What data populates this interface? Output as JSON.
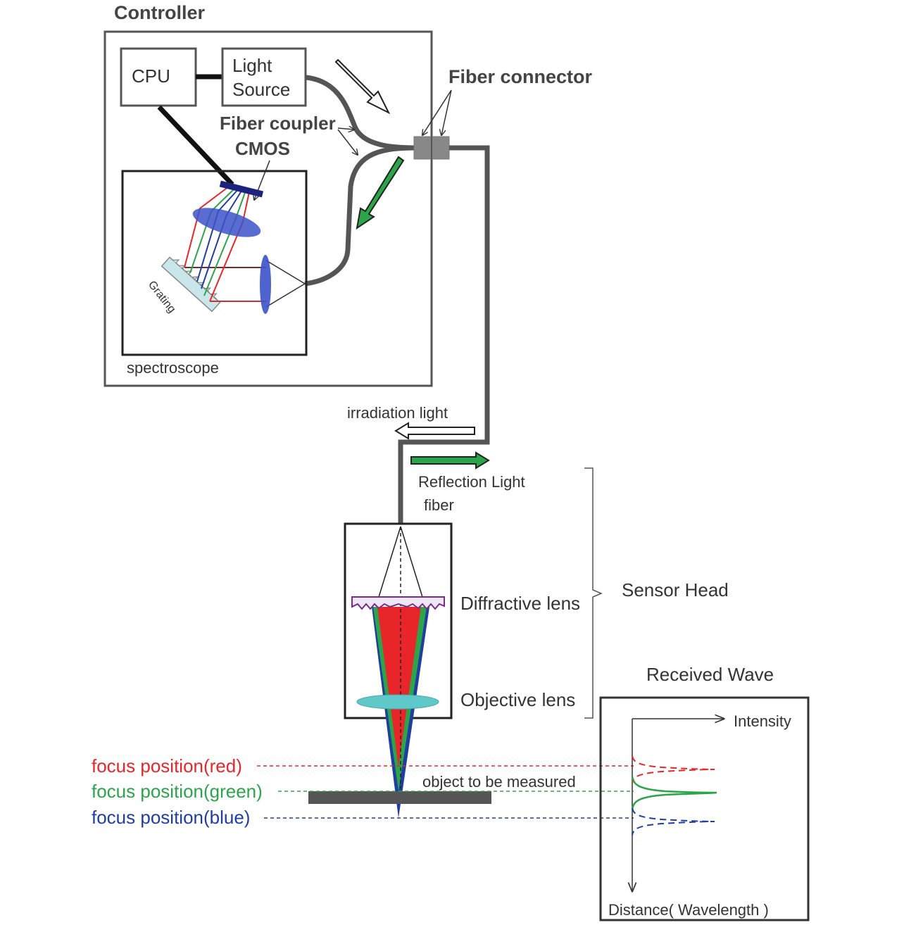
{
  "labels": {
    "controller": "Controller",
    "cpu": "CPU",
    "light_source_1": "Light",
    "light_source_2": "Source",
    "fiber_connector": "Fiber connector",
    "fiber_coupler": "Fiber  coupler",
    "cmos": "CMOS",
    "grating": "Grating",
    "spectroscope": "spectroscope",
    "irradiation_light": "irradiation  light",
    "reflection_light": "Reflection Light",
    "fiber": "fiber",
    "diffractive_lens": "Diffractive lens",
    "sensor_head": "Sensor Head",
    "objective_lens": "Objective lens",
    "received_wave": "Received Wave",
    "intensity": "Intensity",
    "focus_red": "focus position(red)",
    "focus_green": "focus position(green)",
    "focus_blue": "focus position(blue)",
    "object": "object to be measured",
    "distance": "Distance( Wavelength )"
  },
  "colors": {
    "red": "#e8262a",
    "green": "#2ca54a",
    "blue": "#1f3fa0",
    "fiber": "#555555",
    "lens": "#5fc9c9"
  }
}
